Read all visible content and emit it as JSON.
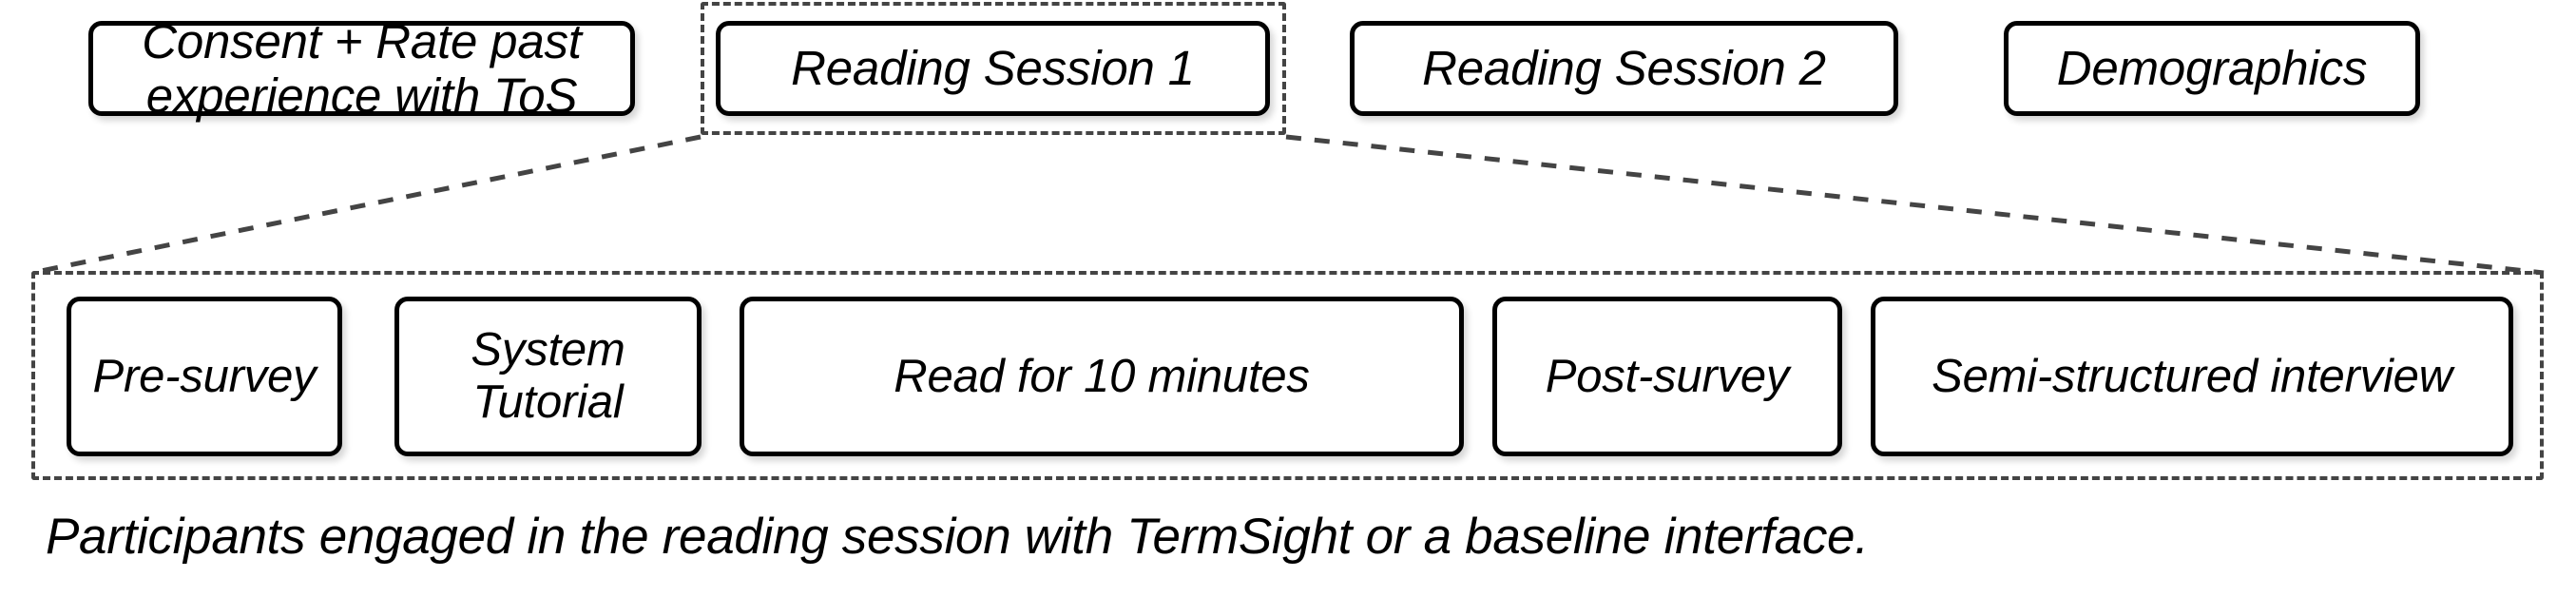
{
  "diagram": {
    "title": "Study procedure flow",
    "colors": {
      "box_border": "#000000",
      "box_fill": "#ffffff",
      "dashed_border": "#444444",
      "text": "#000000",
      "background": "#ffffff"
    },
    "top_row": {
      "steps": [
        {
          "id": "consent",
          "label": "Consent + Rate past\nexperience with ToS",
          "highlighted": "false"
        },
        {
          "id": "reading-session-1",
          "label": "Reading Session 1",
          "highlighted": "true"
        },
        {
          "id": "reading-session-2",
          "label": "Reading Session 2",
          "highlighted": "false"
        },
        {
          "id": "demographics",
          "label": "Demographics",
          "highlighted": "false"
        }
      ]
    },
    "expanded_row": {
      "source_step": "Reading Session 1",
      "steps": [
        {
          "id": "pre-survey",
          "label": "Pre-survey"
        },
        {
          "id": "system-tutorial",
          "label": "System\nTutorial"
        },
        {
          "id": "read-10-minutes",
          "label": "Read for 10 minutes"
        },
        {
          "id": "post-survey",
          "label": "Post-survey"
        },
        {
          "id": "semi-structured-interview",
          "label": "Semi-structured interview"
        }
      ]
    },
    "caption": "Participants engaged in the reading session with TermSight or a baseline interface."
  }
}
